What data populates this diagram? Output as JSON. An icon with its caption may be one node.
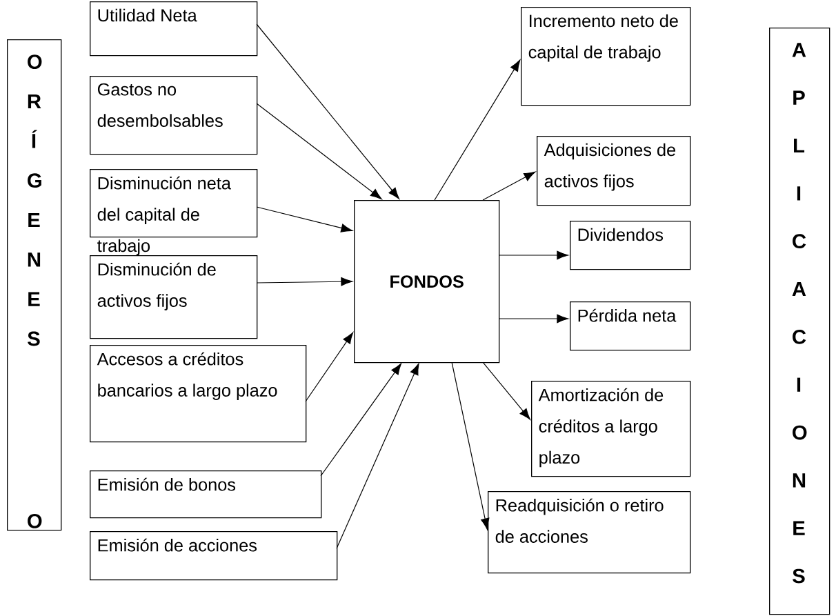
{
  "diagram": {
    "nodes": [
      {
        "text": [
          "O R Í G E N E S",
          "O"
        ]
      },
      {
        "text": [
          "Utilidad Neta"
        ]
      },
      {
        "text": [
          "Gastos no desembolsables"
        ]
      },
      {
        "text": [
          "Disminución neta del capital de trabajo"
        ]
      },
      {
        "text": [
          "Disminución de activos fijos"
        ]
      },
      {
        "text": [
          "Accesos a créditos bancarios a largo plazo"
        ]
      },
      {
        "text": [
          "Emisión de bonos"
        ]
      },
      {
        "text": [
          "Emisión de acciones"
        ]
      },
      {
        "text": [
          "FONDOS"
        ]
      },
      {
        "text": [
          "Incremento neto de capital de trabajo"
        ]
      },
      {
        "text": [
          "Adquisiciones de activos fijos"
        ]
      },
      {
        "text": [
          "Dividendos"
        ]
      },
      {
        "text": [
          "Pérdida neta"
        ]
      },
      {
        "text": [
          "Amortización de créditos a largo plazo"
        ]
      },
      {
        "text": [
          "Readquisición o retiro de acciones"
        ]
      },
      {
        "text": [
          "A P L I C A C I O N E S"
        ]
      }
    ],
    "edges": [
      {
        "from": 1,
        "to": 8,
        "arrow": "to"
      },
      {
        "from": 2,
        "to": 8,
        "arrow": "to"
      },
      {
        "from": 3,
        "to": 8,
        "arrow": "to"
      },
      {
        "from": 4,
        "to": 8,
        "arrow": "to"
      },
      {
        "from": 5,
        "to": 8,
        "arrow": "to"
      },
      {
        "from": 6,
        "to": 8,
        "arrow": "to"
      },
      {
        "from": 7,
        "to": 8,
        "arrow": "to"
      },
      {
        "from": 8,
        "to": 9,
        "arrow": "to"
      },
      {
        "from": 8,
        "to": 10,
        "arrow": "to"
      },
      {
        "from": 8,
        "to": 11,
        "arrow": "to"
      },
      {
        "from": 8,
        "to": 12,
        "arrow": "to"
      },
      {
        "from": 8,
        "to": 13,
        "arrow": "to"
      },
      {
        "from": 8,
        "to": 14,
        "arrow": "to"
      }
    ]
  }
}
